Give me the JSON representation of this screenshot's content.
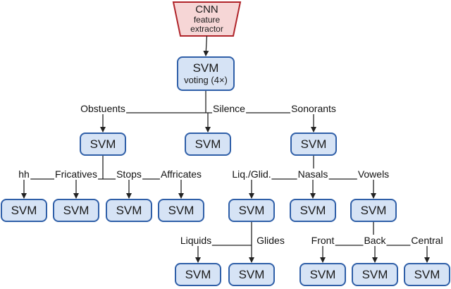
{
  "nodes": [
    {
      "id": "cnn",
      "kind": "cnn",
      "lines": [
        "CNN",
        "feature",
        "extractor"
      ]
    },
    {
      "id": "root",
      "kind": "svm",
      "lines": [
        "SVM",
        "voting (4×)"
      ]
    },
    {
      "id": "obs",
      "kind": "svm",
      "lines": [
        "SVM"
      ]
    },
    {
      "id": "sil",
      "kind": "svm",
      "lines": [
        "SVM"
      ]
    },
    {
      "id": "son",
      "kind": "svm",
      "lines": [
        "SVM"
      ]
    },
    {
      "id": "hh",
      "kind": "svm",
      "lines": [
        "SVM"
      ]
    },
    {
      "id": "fric",
      "kind": "svm",
      "lines": [
        "SVM"
      ]
    },
    {
      "id": "stops",
      "kind": "svm",
      "lines": [
        "SVM"
      ]
    },
    {
      "id": "affr",
      "kind": "svm",
      "lines": [
        "SVM"
      ]
    },
    {
      "id": "liqg",
      "kind": "svm",
      "lines": [
        "SVM"
      ]
    },
    {
      "id": "nas",
      "kind": "svm",
      "lines": [
        "SVM"
      ]
    },
    {
      "id": "vow",
      "kind": "svm",
      "lines": [
        "SVM"
      ]
    },
    {
      "id": "liq",
      "kind": "svm",
      "lines": [
        "SVM"
      ]
    },
    {
      "id": "gli",
      "kind": "svm",
      "lines": [
        "SVM"
      ]
    },
    {
      "id": "front",
      "kind": "svm",
      "lines": [
        "SVM"
      ]
    },
    {
      "id": "back",
      "kind": "svm",
      "lines": [
        "SVM"
      ]
    },
    {
      "id": "cent",
      "kind": "svm",
      "lines": [
        "SVM"
      ]
    }
  ],
  "edges": [
    {
      "from": "cnn",
      "to": [
        "root"
      ],
      "labels": [
        ""
      ]
    },
    {
      "from": "root",
      "to": [
        "obs",
        "sil",
        "son"
      ],
      "labels": [
        "Obstuents",
        "Silence",
        "Sonorants"
      ]
    },
    {
      "from": "obs",
      "to": [
        "hh",
        "fric",
        "stops",
        "affr"
      ],
      "labels": [
        "hh",
        "Fricatives",
        "Stops",
        "Affricates"
      ]
    },
    {
      "from": "son",
      "to": [
        "liqg",
        "nas",
        "vow"
      ],
      "labels": [
        "Liq./Glid.",
        "Nasals",
        "Vowels"
      ]
    },
    {
      "from": "liqg",
      "to": [
        "liq",
        "gli"
      ],
      "labels": [
        "Liquids",
        "Glides"
      ]
    },
    {
      "from": "vow",
      "to": [
        "front",
        "back",
        "cent"
      ],
      "labels": [
        "Front",
        "Back",
        "Central"
      ]
    }
  ],
  "colors": {
    "svm_fill": "#d6e3f5",
    "svm_border": "#2f5fa8",
    "cnn_fill": "#f6d6d6",
    "cnn_border": "#b0242a",
    "wire": "#222222"
  }
}
